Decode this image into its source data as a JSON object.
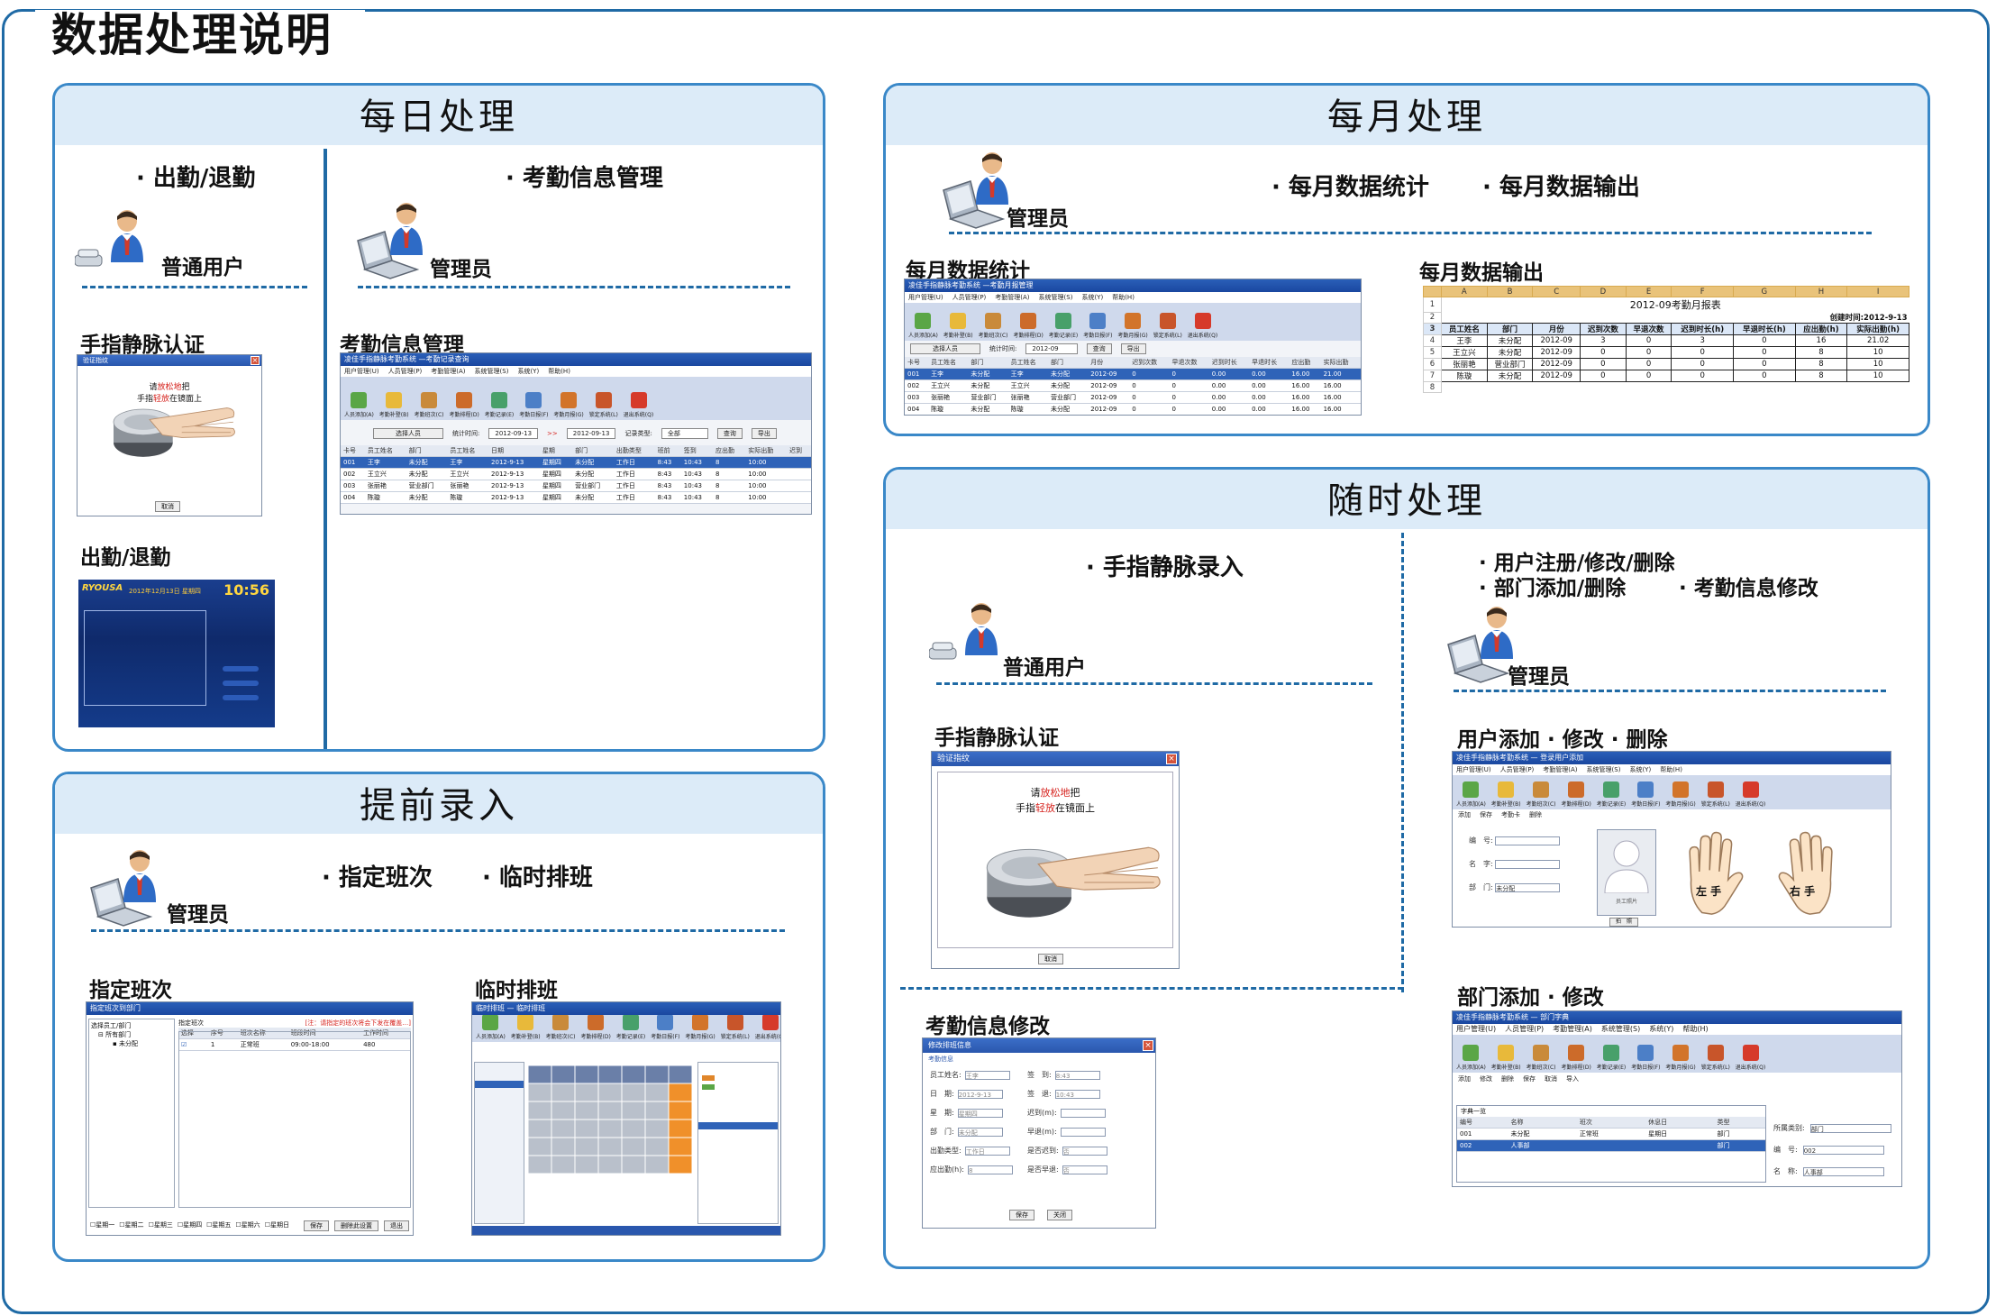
{
  "page_title": "数据处理说明",
  "daily": {
    "title": "每日处理",
    "left": {
      "bullet": "· 出勤/退勤",
      "role": "普通用户",
      "sub_auth": "手指静脉认证",
      "sub_checkin": "出勤/退勤",
      "auth_dialog": {
        "title": "验证指纹",
        "line1_a": "请",
        "line1_b": "放松地",
        "line1_c": "把",
        "line2_a": "手指",
        "line2_b": "轻放",
        "line2_c": "在镜面上",
        "button": "取消"
      },
      "kiosk": {
        "logo": "RYOUSA",
        "date": "2012年12月13日 星期四",
        "time": "10:56"
      }
    },
    "right": {
      "bullet": "· 考勤信息管理",
      "role": "管理员",
      "sub": "考勤信息管理",
      "app": {
        "title": "凌佳手指静脉考勤系统 —考勤记录查询",
        "menu": [
          "用户管理(U)",
          "人员管理(P)",
          "考勤管理(A)",
          "系统管理(S)",
          "系统(Y)",
          "帮助(H)"
        ],
        "tools": [
          "人员添加(A)",
          "考勤补登(B)",
          "考勤班次(C)",
          "考勤排程(D)",
          "考勤记录(E)",
          "考勤日报(F)",
          "考勤月报(G)",
          "锁定系统(L)",
          "退出系统(Q)"
        ],
        "controls": {
          "select_person": "选择人员",
          "period_label": "统计时间:",
          "from": "2012-09-13",
          "to": "2012-09-13",
          "type_label": "记录类型:",
          "type_value": "全部",
          "query": "查询",
          "export": "导出"
        },
        "columns": [
          "卡号",
          "员工姓名",
          "部门",
          "员工姓名",
          "日期",
          "星期",
          "部门",
          "出勤类型",
          "班前",
          "签到",
          "应出勤",
          "实际出勤",
          "迟到"
        ],
        "rows": [
          [
            "001",
            "王李",
            "未分配",
            "王李",
            "2012-9-13",
            "星期四",
            "未分配",
            "工作日",
            "8:43",
            "10:43",
            "8",
            "10:00",
            ""
          ],
          [
            "002",
            "王立兴",
            "未分配",
            "王立兴",
            "2012-9-13",
            "星期四",
            "未分配",
            "工作日",
            "8:43",
            "10:43",
            "8",
            "10:00",
            ""
          ],
          [
            "003",
            "张丽艳",
            "营业部门",
            "张丽艳",
            "2012-9-13",
            "星期四",
            "营业部门",
            "工作日",
            "8:43",
            "10:43",
            "8",
            "10:00",
            ""
          ],
          [
            "004",
            "陈璇",
            "未分配",
            "陈璇",
            "2012-9-13",
            "星期四",
            "未分配",
            "工作日",
            "8:43",
            "10:43",
            "8",
            "10:00",
            ""
          ]
        ]
      }
    }
  },
  "advance": {
    "title": "提前录入",
    "role": "管理员",
    "bullet1": "· 指定班次",
    "bullet2": "· 临时排班",
    "sub1": "指定班次",
    "sub2": "临时排班",
    "shift_app": {
      "title": "指定班次到部门",
      "left_header": "选择员工/部门",
      "tree_root": "所有部门",
      "tree_child": "未分配",
      "grid_header": "指定班次",
      "hint": "[注：请指定的班次将会下发在覆盖…]",
      "columns": [
        "选择",
        "序号",
        "班次名称",
        "班段时间",
        "工作时间"
      ],
      "rows": [
        [
          "1",
          "正常班",
          "09:00-18:00",
          "480"
        ]
      ],
      "weekdays": [
        "星期一",
        "星期二",
        "星期三",
        "星期四",
        "星期五",
        "星期六",
        "星期日"
      ],
      "buttons": [
        "保存",
        "删除此设置",
        "退出"
      ]
    },
    "temp_app": {
      "title": "临时排班 — 临时排班"
    }
  },
  "monthly": {
    "title": "每月处理",
    "role": "管理员",
    "bullet1": "· 每月数据统计",
    "bullet2": "· 每月数据输出",
    "sub1": "每月数据统计",
    "sub2": "每月数据输出",
    "stats_app": {
      "title": "凌佳手指静脉考勤系统 —考勤月报管理",
      "menu": [
        "用户管理(U)",
        "人员管理(P)",
        "考勤管理(A)",
        "系统管理(S)",
        "系统(Y)",
        "帮助(H)"
      ],
      "tools": [
        "人员添加(A)",
        "考勤补登(B)",
        "考勤班次(C)",
        "考勤排程(D)",
        "考勤记录(E)",
        "考勤日报(F)",
        "考勤月报(G)",
        "锁定系统(L)",
        "退出系统(Q)"
      ],
      "controls": {
        "select_person": "选择人员",
        "period_label": "统计时间:",
        "month": "2012-09",
        "query": "查询",
        "export": "导出"
      },
      "columns": [
        "卡号",
        "员工姓名",
        "部门",
        "员工姓名",
        "部门",
        "月份",
        "迟到次数",
        "早退次数",
        "迟到时长",
        "早退时长",
        "应出勤",
        "实际出勤"
      ],
      "rows": [
        [
          "001",
          "王李",
          "未分配",
          "王李",
          "未分配",
          "2012-09",
          "0",
          "0",
          "0.00",
          "0.00",
          "16.00",
          "21.00"
        ],
        [
          "002",
          "王立兴",
          "未分配",
          "王立兴",
          "未分配",
          "2012-09",
          "0",
          "0",
          "0.00",
          "0.00",
          "16.00",
          "16.00"
        ],
        [
          "003",
          "张丽艳",
          "营业部门",
          "张丽艳",
          "营业部门",
          "2012-09",
          "0",
          "0",
          "0.00",
          "0.00",
          "16.00",
          "16.00"
        ],
        [
          "004",
          "陈璇",
          "未分配",
          "陈璇",
          "未分配",
          "2012-09",
          "0",
          "0",
          "0.00",
          "0.00",
          "16.00",
          "16.00"
        ]
      ]
    },
    "excel": {
      "col_letters": [
        "A",
        "B",
        "C",
        "D",
        "E",
        "F",
        "G",
        "H",
        "I"
      ],
      "title": "2012-09考勤月报表",
      "created": "创建时间:2012-9-13",
      "headers": [
        "员工姓名",
        "部门",
        "月份",
        "迟到次数",
        "早退次数",
        "迟到时长(h)",
        "早退时长(h)",
        "应出勤(h)",
        "实际出勤(h)"
      ],
      "rows": [
        [
          "王李",
          "未分配",
          "2012-09",
          "3",
          "0",
          "3",
          "0",
          "16",
          "21.02"
        ],
        [
          "王立兴",
          "未分配",
          "2012-09",
          "0",
          "0",
          "0",
          "0",
          "8",
          "10"
        ],
        [
          "张丽艳",
          "营业部门",
          "2012-09",
          "0",
          "0",
          "0",
          "0",
          "8",
          "10"
        ],
        [
          "陈璇",
          "未分配",
          "2012-09",
          "0",
          "0",
          "0",
          "0",
          "8",
          "10"
        ]
      ],
      "row_numbers": [
        "1",
        "2",
        "3",
        "4",
        "5",
        "6",
        "7",
        "8"
      ]
    }
  },
  "anytime": {
    "title": "随时处理",
    "left": {
      "bullet": "· 手指静脉录入",
      "role": "普通用户",
      "sub_auth": "手指静脉认证",
      "sub_edit": "考勤信息修改",
      "auth_dialog": {
        "title": "验证指纹",
        "line1_a": "请",
        "line1_b": "放松地",
        "line1_c": "把",
        "line2_a": "手指",
        "line2_b": "轻放",
        "line2_c": "在镜面上",
        "button": "取消"
      },
      "edit_dialog": {
        "title": "修改排班信息",
        "group": "考勤信息",
        "fields_left": [
          [
            "员工姓名:",
            "王李"
          ],
          [
            "日　期:",
            "2012-9-13"
          ],
          [
            "星　期:",
            "星期四"
          ],
          [
            "部　门:",
            "未分配"
          ],
          [
            "出勤类型:",
            "工作日"
          ],
          [
            "应出勤(h):",
            "8"
          ]
        ],
        "fields_right": [
          [
            "签　到:",
            "8:43"
          ],
          [
            "签　退:",
            "10:43"
          ],
          [
            "迟到(m):",
            ""
          ],
          [
            "早退(m):",
            ""
          ],
          [
            "是否迟到:",
            "否"
          ],
          [
            "是否早退:",
            "否"
          ]
        ],
        "save": "保存",
        "close": "关闭"
      }
    },
    "right": {
      "bullet1": "· 用户注册/修改/删除",
      "bullet2": "· 部门添加/删除",
      "bullet3": "· 考勤信息修改",
      "role": "管理员",
      "sub_user": "用户添加 · 修改 · 删除",
      "sub_dept": "部门添加 · 修改",
      "user_app": {
        "title": "凌佳手指静脉考勤系统 — 登录用户添加",
        "menu": [
          "用户管理(U)",
          "人员管理(P)",
          "考勤管理(A)",
          "系统管理(S)",
          "系统(Y)",
          "帮助(H)"
        ],
        "tools": [
          "人员添加(A)",
          "考勤补登(B)",
          "考勤班次(C)",
          "考勤排程(D)",
          "考勤记录(E)",
          "考勤日报(F)",
          "考勤月报(G)",
          "锁定系统(L)",
          "退出系统(Q)"
        ],
        "actions": [
          "添加",
          "保存",
          "考勤卡",
          "删除"
        ],
        "field_id": "编　号:",
        "field_name": "名　字:",
        "field_dept": "部　门:",
        "dept_value": "未分配",
        "photo_label": "员工照片",
        "photo_button": "拍　照",
        "left_hand": "左 手",
        "right_hand": "右 手"
      },
      "dept_app": {
        "title": "凌佳手指静脉考勤系统 — 部门字典",
        "menu": [
          "用户管理(U)",
          "人员管理(P)",
          "考勤管理(A)",
          "系统管理(S)",
          "系统(Y)",
          "帮助(H)"
        ],
        "tools": [
          "人员添加(A)",
          "考勤补登(B)",
          "考勤班次(C)",
          "考勤排程(D)",
          "考勤记录(E)",
          "考勤日报(F)",
          "考勤月报(G)",
          "锁定系统(L)",
          "退出系统(Q)"
        ],
        "actions": [
          "添加",
          "修改",
          "删除",
          "保存",
          "取消",
          "导入"
        ],
        "group": "字典一览",
        "columns": [
          "编号",
          "名称",
          "班次",
          "休息日",
          "类型"
        ],
        "rows": [
          [
            "001",
            "未分配",
            "正常班",
            "星期日",
            "部门"
          ],
          [
            "002",
            "人事部",
            "",
            "",
            "部门"
          ]
        ],
        "side_fields": [
          [
            "所属类别:",
            "部门"
          ],
          [
            "编　号:",
            "002"
          ],
          [
            "名　称:",
            "人事部"
          ]
        ]
      }
    }
  },
  "colors": {
    "frame": "#1f6aa5",
    "panel_border": "#3a88c8",
    "panel_head": "#dcebf8",
    "titlebar": "#2a57ad",
    "selection": "#2f63b8",
    "excel_header": "#e9c37a"
  }
}
